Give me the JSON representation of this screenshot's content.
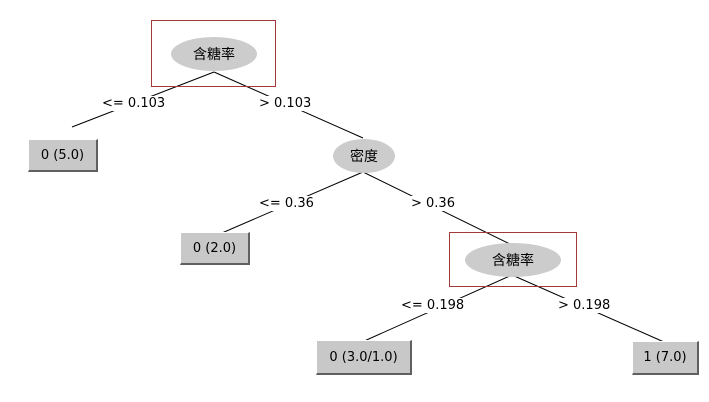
{
  "nodes": {
    "root": {
      "label": "含糖率"
    },
    "density": {
      "label": "密度"
    },
    "sugar2": {
      "label": "含糖率"
    }
  },
  "leaves": {
    "l1": {
      "label": "0 (5.0)"
    },
    "l2": {
      "label": "0 (2.0)"
    },
    "l3": {
      "label": "0 (3.0/1.0)"
    },
    "l4": {
      "label": "1 (7.0)"
    }
  },
  "edges": {
    "e1": {
      "label": "<= 0.103"
    },
    "e2": {
      "label": "> 0.103"
    },
    "e3": {
      "label": "<= 0.36"
    },
    "e4": {
      "label": "> 0.36"
    },
    "e5": {
      "label": "<= 0.198"
    },
    "e6": {
      "label": "> 0.198"
    }
  },
  "colors": {
    "node_fill": "#cccccc",
    "leaf_fill": "#c8c8c8",
    "highlight_box": "#a23a3a",
    "edge": "#000000"
  }
}
